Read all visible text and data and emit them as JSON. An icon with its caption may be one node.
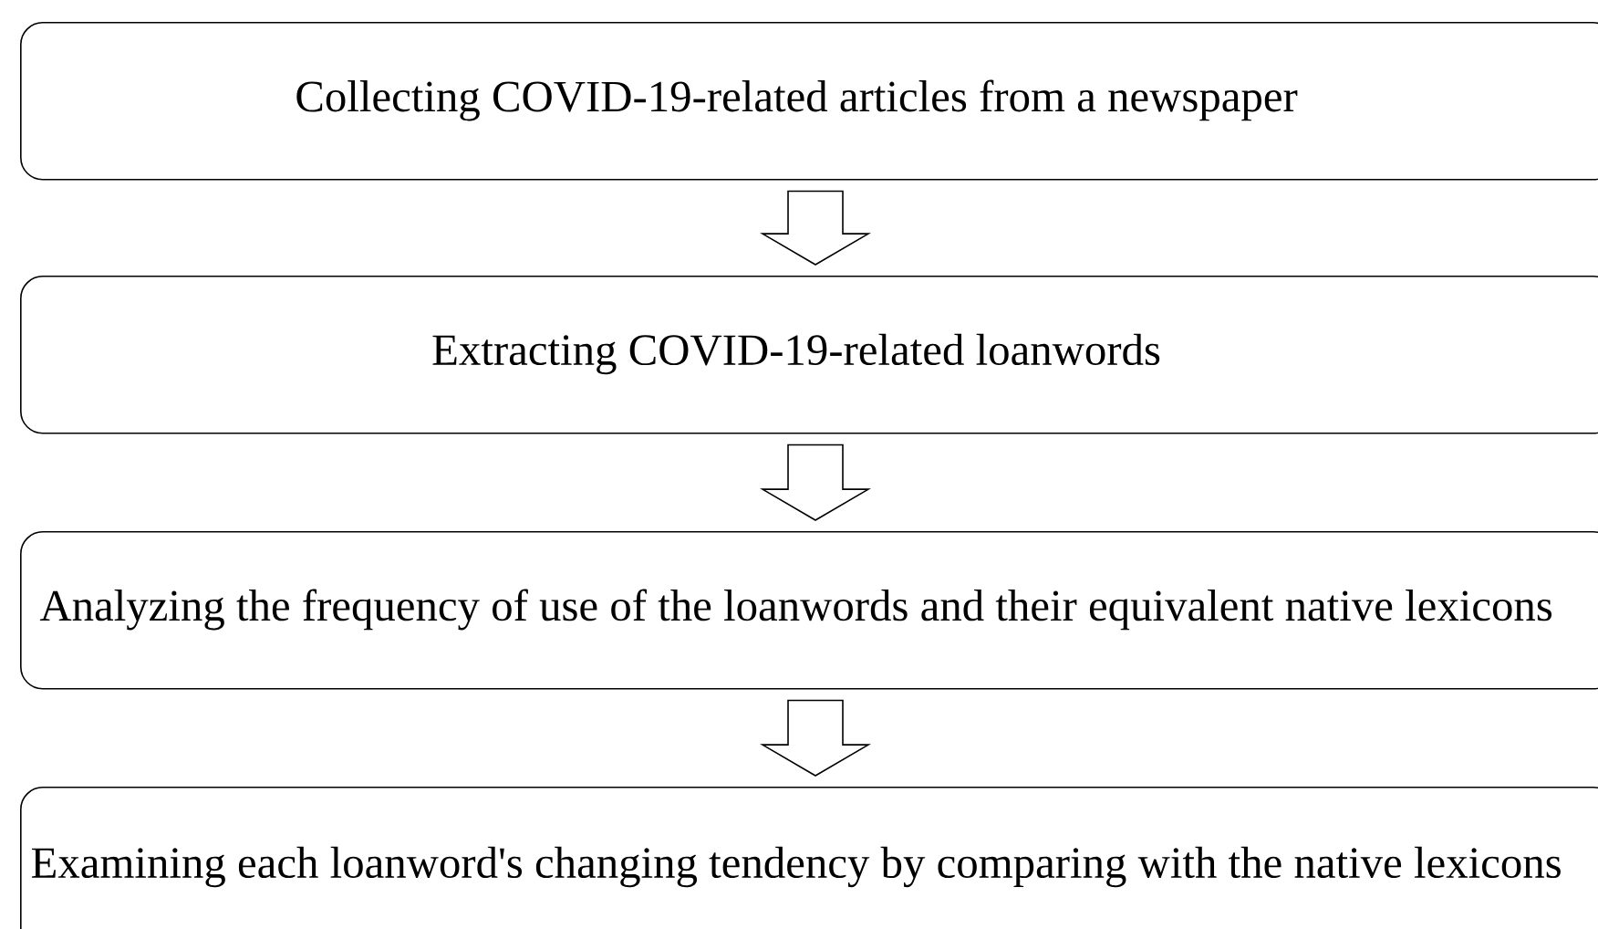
{
  "diagram": {
    "nodes": [
      {
        "text": [
          "Collecting COVID-19-related articles from a newspaper"
        ]
      },
      {
        "text": [
          "Extracting COVID-19-related loanwords"
        ]
      },
      {
        "text": [
          "Analyzing the frequency of use of the loanwords and their equivalent native lexicons"
        ]
      },
      {
        "text": [
          "Examining each loanword's changing tendency by comparing with the native lexicons"
        ]
      }
    ],
    "edges": [
      {
        "from": 0,
        "to": 1,
        "arrow": "to"
      },
      {
        "from": 1,
        "to": 2,
        "arrow": "to"
      },
      {
        "from": 2,
        "to": 3,
        "arrow": "to"
      }
    ]
  }
}
